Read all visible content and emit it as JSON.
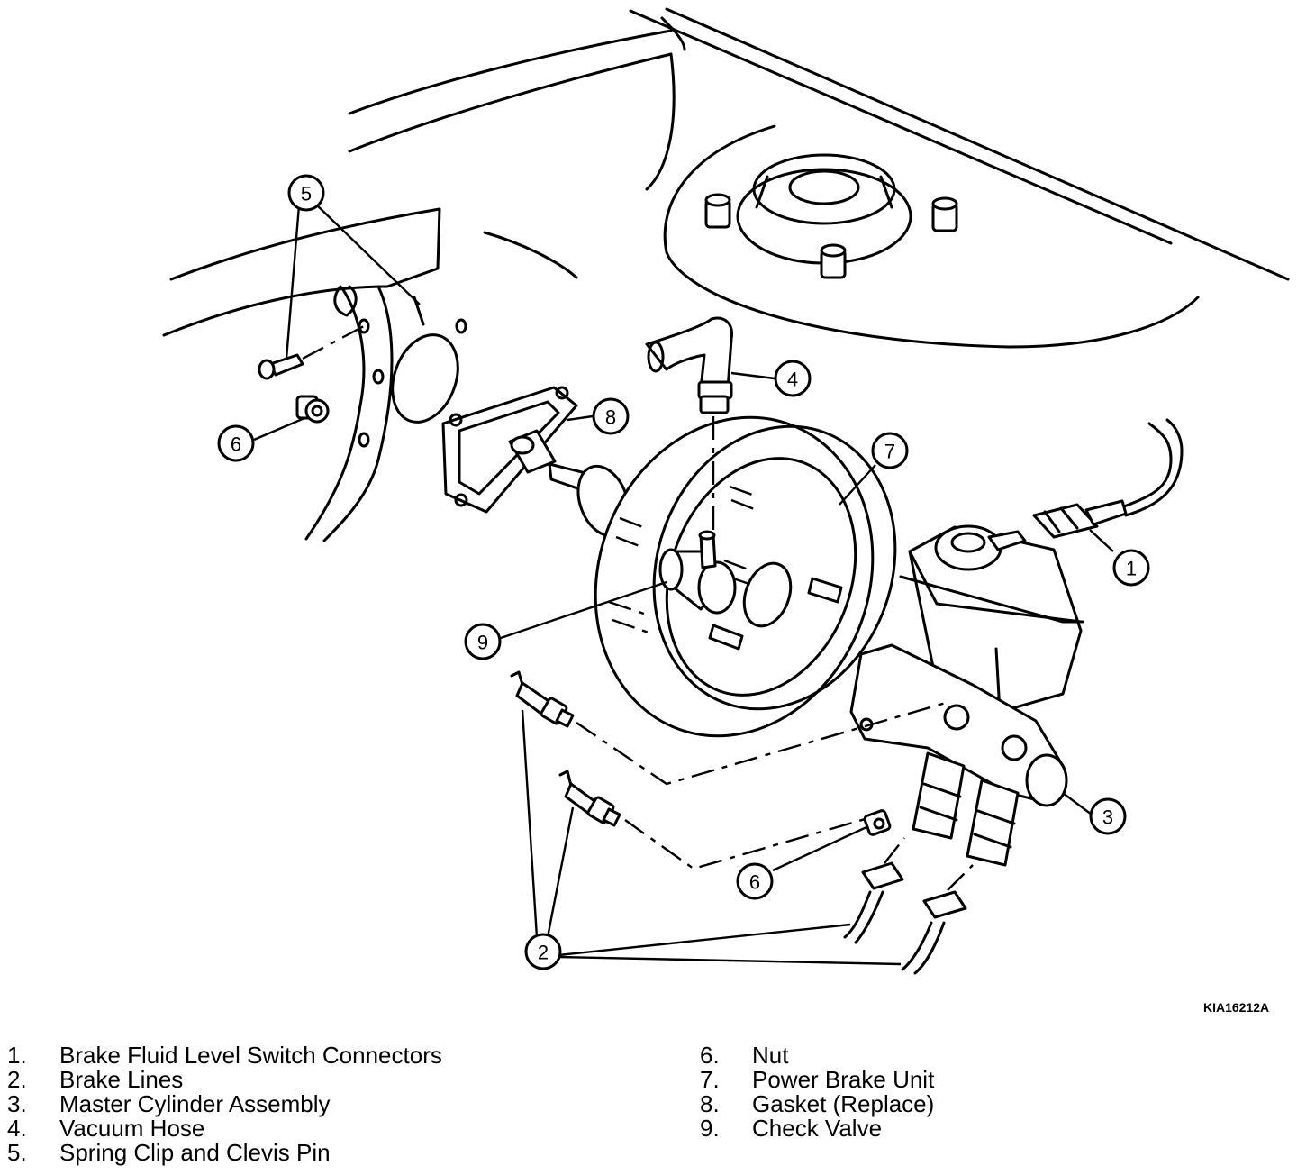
{
  "figure_id": "KIA16212A",
  "callouts": [
    "1",
    "2",
    "3",
    "4",
    "5",
    "6",
    "6",
    "7",
    "8",
    "9"
  ],
  "legend": {
    "left": [
      {
        "num": "1.",
        "text": "Brake Fluid Level Switch Connectors"
      },
      {
        "num": "2.",
        "text": "Brake Lines"
      },
      {
        "num": "3.",
        "text": "Master Cylinder Assembly"
      },
      {
        "num": "4.",
        "text": "Vacuum Hose"
      },
      {
        "num": "5.",
        "text": "Spring Clip and Clevis Pin"
      }
    ],
    "right": [
      {
        "num": "6.",
        "text": "Nut"
      },
      {
        "num": "7.",
        "text": "Power Brake Unit"
      },
      {
        "num": "8.",
        "text": "Gasket (Replace)"
      },
      {
        "num": "9.",
        "text": "Check Valve"
      }
    ]
  }
}
